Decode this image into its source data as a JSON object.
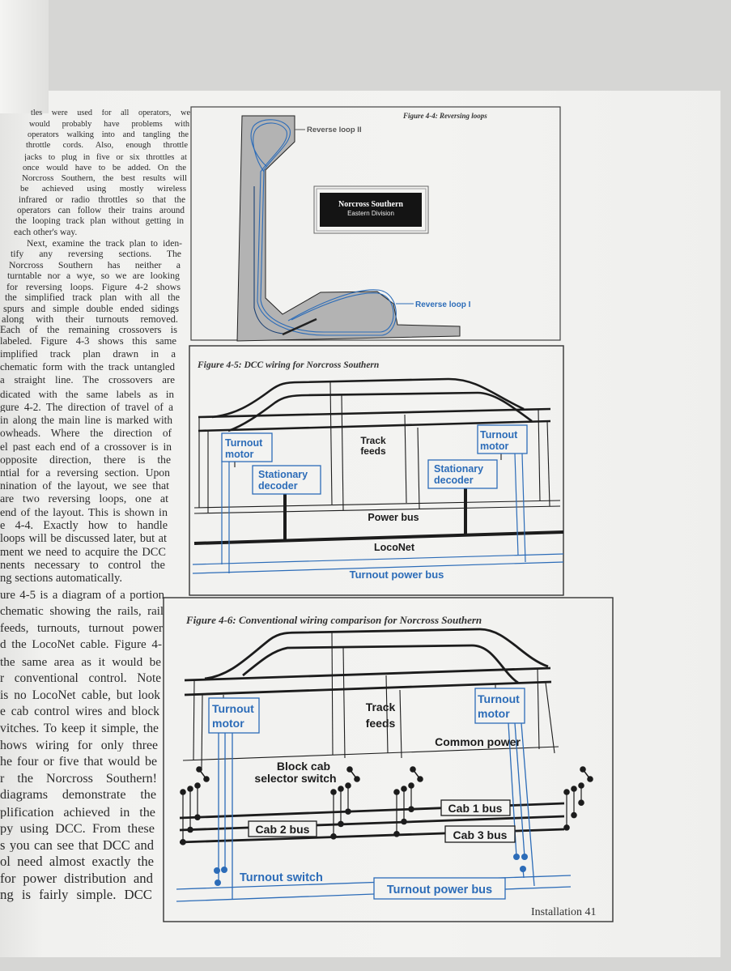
{
  "body": {
    "lines": [
      "tles were used for all operators, we",
      "would probably have problems with",
      "operators walking into and tangling the",
      "throttle cords.  Also, enough throttle",
      "jacks to plug in five or six throttles at",
      "once would have to be added.  On the",
      "Norcross Southern, the best results will",
      "be achieved using mostly wireless",
      "infrared or radio throttles so that the",
      "operators can follow their trains around",
      "the looping track plan without getting in",
      "each other's way.",
      "Next, examine the track plan to iden-",
      "tify any reversing sections.  The",
      "Norcross Southern has neither a",
      "turntable nor a wye, so we are looking",
      "for reversing loops.  Figure 4-2 shows",
      "the simplified track plan with all the",
      "spurs and simple double ended sidings",
      "along with their turnouts removed.",
      "Each of the remaining crossovers is",
      "labeled.  Figure 4-3 shows this same",
      "implified track plan drawn in a",
      "chematic form with the track untangled",
      "a straight line.  The crossovers are",
      "dicated with the same labels as in",
      "gure 4-2.  The direction of travel of a",
      "in along the main line is marked with",
      "owheads.  Where the direction of",
      "el past each end of a crossover is in",
      "opposite direction, there is the",
      "ntial for a reversing section.  Upon",
      "nination of the layout, we see that",
      "are two reversing loops, one at",
      "end of the layout.  This is shown in",
      "e 4-4.  Exactly how to handle",
      "loops will be discussed later, but at",
      "ment we need to acquire the DCC",
      "nents necessary to control the",
      "ng sections automatically.",
      "ure 4-5 is a diagram of a portion",
      "chematic showing the rails, rail",
      "feeds, turnouts, turnout power",
      "d the LocoNet cable.  Figure 4-",
      "the same area as it would be",
      "r conventional control.  Note",
      "is no LocoNet cable, but look",
      "e cab control wires and block",
      "vitches.  To keep it simple, the",
      "hows wiring for only three",
      "he four or five that would be",
      "r the Norcross Southern!",
      "diagrams demonstrate the",
      "plification achieved in the",
      "py using DCC.  From these",
      "s you can see that DCC and",
      "ol need almost exactly the",
      "for power distribution and",
      "ng is fairly simple.  DCC"
    ]
  },
  "figure_4_4": {
    "title": "Figure 4-4:  Reversing loops",
    "label_loop_2": "Reverse loop II",
    "label_loop_1": "Reverse loop I",
    "sign_title": "Norcross Southern",
    "sign_subtitle": "Eastern Division"
  },
  "figure_4_5": {
    "title": "Figure 4-5:  DCC wiring for Norcross Southern",
    "turnout_motor_1": "Turnout",
    "turnout_motor_2": "motor",
    "decoder_1": "Stationary",
    "decoder_2": "decoder",
    "track_feeds_1": "Track",
    "track_feeds_2": "feeds",
    "power_bus": "Power bus",
    "loconet": "LocoNet",
    "turnout_power_bus": "Turnout power bus"
  },
  "figure_4_6": {
    "title": "Figure 4-6:  Conventional wiring comparison for Norcross Southern",
    "turnout_motor_1": "Turnout",
    "turnout_motor_2": "motor",
    "track_feeds_1": "Track",
    "track_feeds_2": "feeds",
    "common_power": "Common power",
    "block_cab_1": "Block cab",
    "block_cab_2": "selector switch",
    "cab1": "Cab 1 bus",
    "cab2": "Cab 2 bus",
    "cab3": "Cab 3 bus",
    "turnout_switch": "Turnout switch",
    "turnout_power_bus": "Turnout power bus"
  },
  "footer": "Installation 41",
  "colors": {
    "blue": "#2c6cb8",
    "ink": "#1c1c1c",
    "layout_gray": "#b3b3b3"
  }
}
